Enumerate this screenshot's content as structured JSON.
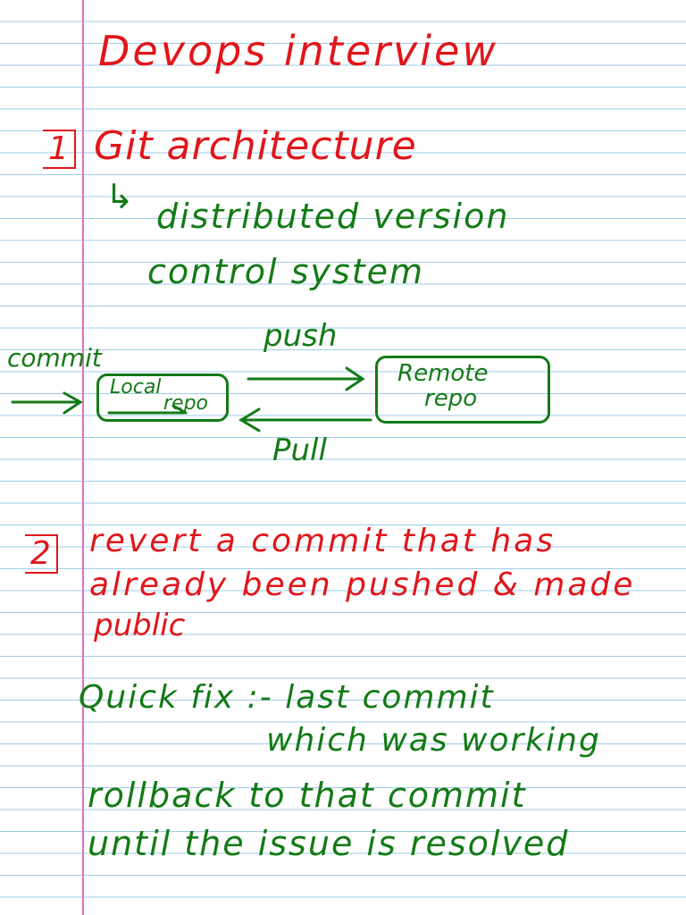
{
  "title": "Devops interview",
  "questions": [
    {
      "number": "1",
      "text": "Git architecture",
      "answer": {
        "arrow": "↳",
        "line1": "distributed version",
        "line2": "control system"
      },
      "diagram": {
        "commit_label": "commit",
        "local_repo_word1": "Local",
        "local_repo_word2": "repo",
        "remote_repo_word1": "Remote",
        "remote_repo_word2": "repo",
        "push_label": "push",
        "pull_label": "Pull"
      }
    },
    {
      "number": "2",
      "line1": "revert a commit that has",
      "line2": "already been pushed & made",
      "line3": "public",
      "answer": {
        "line1": "Quick fix :- last commit",
        "line2": "which was working",
        "line3": "rollback to that commit",
        "line4": "until the issue is resolved"
      }
    }
  ],
  "colors": {
    "question_ink": "#e0161b",
    "answer_ink": "#137a16",
    "rule_line": "#9ecbe8",
    "margin_line": "#e070c0"
  }
}
